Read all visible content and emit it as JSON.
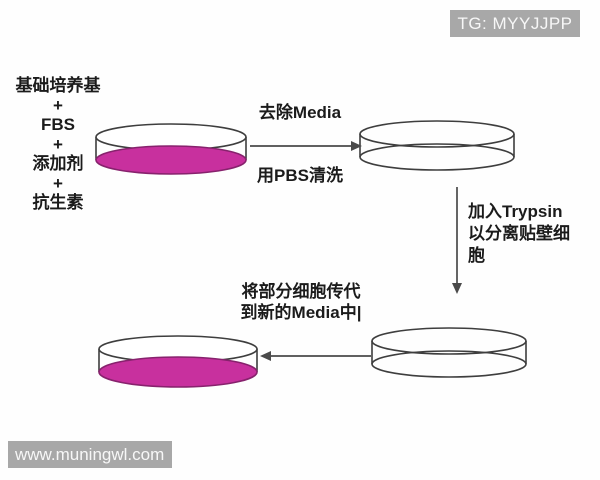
{
  "tags": {
    "top_right": "TG: MYYJJPP",
    "bottom_left": "www.muningwl.com"
  },
  "medium_label": {
    "lines": [
      "基础培养基",
      "+",
      "FBS",
      "+",
      "添加剂",
      "+",
      "抗生素"
    ]
  },
  "steps": {
    "remove_media": "去除Media",
    "pbs_wash": "用PBS清洗",
    "trypsin": [
      "加入Trypsin",
      "以分离贴壁细",
      "胞"
    ],
    "passage": [
      "将部分细胞传代",
      "到新的Media中|"
    ]
  },
  "dishes": [
    {
      "id": "dish-start",
      "state": "with-media"
    },
    {
      "id": "dish-after-wash",
      "state": "empty"
    },
    {
      "id": "dish-trypsinized",
      "state": "empty"
    },
    {
      "id": "dish-passaged",
      "state": "with-media"
    }
  ],
  "colors": {
    "media_fill": "#c8309e",
    "media_stroke": "#87226d",
    "dish_stroke": "#3e3e3e",
    "arrow": "#4a4a4a",
    "watermark_bg": "#a8a8a8",
    "watermark_fg": "#f7f7f7"
  }
}
